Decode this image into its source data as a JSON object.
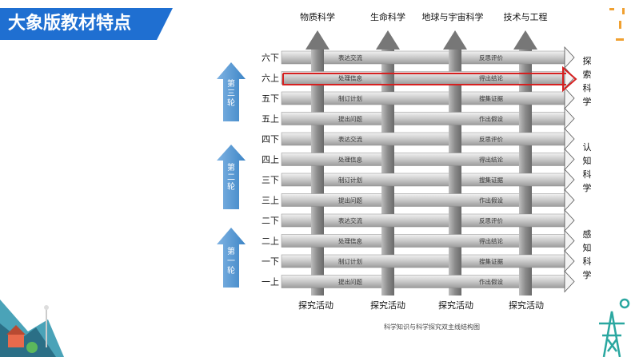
{
  "slide": {
    "title": "大象版教材特点",
    "caption": "科学知识与科学探究双主线结构图"
  },
  "diagram": {
    "columns": [
      "物质科学",
      "生命科学",
      "地球与宇宙科学",
      "技术与工程"
    ],
    "bottom_labels": [
      "探究活动",
      "探究活动",
      "探究活动",
      "探究活动"
    ],
    "grades": [
      "六下",
      "六上",
      "五下",
      "五上",
      "四下",
      "四上",
      "三下",
      "三上",
      "二下",
      "二上",
      "一下",
      "一上"
    ],
    "left_activities": [
      "表达交流",
      "处理信息",
      "制订计划",
      "提出问题",
      "表达交流",
      "处理信息",
      "制订计划",
      "提出问题",
      "表达交流",
      "处理信息",
      "制订计划",
      "提出问题"
    ],
    "right_activities": [
      "反思评价",
      "得出结论",
      "搜集证据",
      "作出假设",
      "反思评价",
      "得出结论",
      "搜集证据",
      "作出假设",
      "反思评价",
      "得出结论",
      "搜集证据",
      "作出假设"
    ],
    "rounds": [
      "第三轮",
      "第二轮",
      "第一轮"
    ],
    "right_labels": [
      "探索科学",
      "认知科学",
      "感知科学"
    ],
    "highlight_row_index": 1,
    "colors": {
      "arrow": "#5b9bd5",
      "band": "#d9d9d9",
      "column": "#9a9a9a",
      "highlight": "#d62020"
    }
  }
}
